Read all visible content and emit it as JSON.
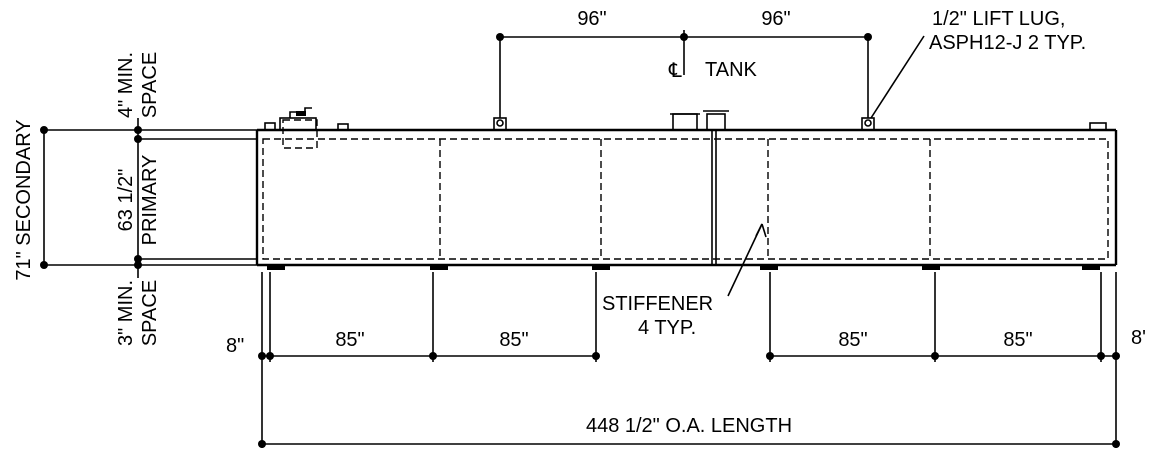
{
  "labels": {
    "dim_96_left": "96\"",
    "dim_96_right": "96\"",
    "lift_lug_line1": "1/2\" LIFT LUG,",
    "lift_lug_line2": "ASPH12-J 2 TYP.",
    "centerline_symbol": "℄",
    "centerline_text": "TANK",
    "secondary_height": "71\" SECONDARY",
    "top_space_value": "4\" MIN.",
    "top_space_word": "SPACE",
    "primary_height_value": "63 1/2\"",
    "primary_height_word": "PRIMARY",
    "bottom_space_value": "3\" MIN.",
    "bottom_space_word": "SPACE",
    "stiffener_line1": "STIFFENER",
    "stiffener_line2": "4 TYP.",
    "end_left": "8\"",
    "end_right": "8'",
    "dim_85_1": "85\"",
    "dim_85_2": "85\"",
    "dim_85_3": "85\"",
    "dim_85_4": "85\"",
    "overall_length": "448 1/2\" O.A. LENGTH"
  }
}
